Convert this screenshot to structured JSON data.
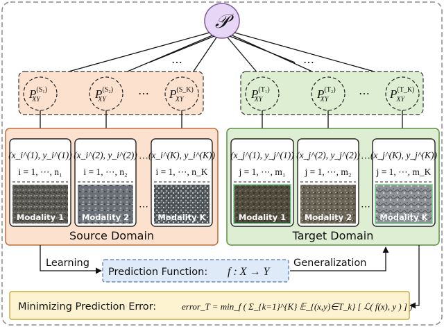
{
  "root_node": {
    "symbol": "𝒫"
  },
  "source": {
    "label": "Source Domain",
    "distributions": [
      {
        "base": "P",
        "sub": "XY",
        "sup": "(S₁)"
      },
      {
        "base": "P",
        "sub": "XY",
        "sup": "(S₂)"
      },
      {
        "base": "P",
        "sub": "XY",
        "sup": "(S_K)"
      }
    ],
    "datasets": [
      {
        "pair": "(x_i^(1), y_i^(1))",
        "index": "i = 1, ⋯, n₁",
        "modality": "Modality 1"
      },
      {
        "pair": "(x_i^(2), y_i^(2))",
        "index": "i = 1, ⋯, n₂",
        "modality": "Modality 2"
      },
      {
        "pair": "(x_i^(K), y_i^(K))",
        "index": "i = 1, ⋯, n_K",
        "modality": "Modality K"
      }
    ]
  },
  "target": {
    "label": "Target Domain",
    "distributions": [
      {
        "base": "P",
        "sub": "XY",
        "sup": "(T₁)"
      },
      {
        "base": "P",
        "sub": "XY",
        "sup": "(T₂)"
      },
      {
        "base": "P",
        "sub": "XY",
        "sup": "(T_K)"
      }
    ],
    "datasets": [
      {
        "pair": "(x_j^(1), y_j^(1))",
        "index": "j = 1, ⋯, m₁",
        "modality": "Modality 1"
      },
      {
        "pair": "(x_j^(2), y_j^(2))",
        "index": "j = 1, ⋯, m₂",
        "modality": "Modality 2"
      },
      {
        "pair": "(x_j^(K), y_j^(K))",
        "index": "j = 1, ⋯, m_K",
        "modality": "Modality K"
      }
    ]
  },
  "ellipsis": "⋯",
  "learning_label": "Learning",
  "generalization_label": "Generalization",
  "prediction": {
    "label": "Prediction Function:",
    "formula": "f : X → Y"
  },
  "objective": {
    "label": "Minimizing Prediction Error:",
    "formula": "error_T = min_f ( Σ_{k=1}^{K} 𝔼_{(x,y)∈T_k} [ ℒ( f(x), y ) ] )"
  },
  "colors": {
    "root_fill": "#e7d6f5",
    "root_stroke": "#7a5c99",
    "source_fill": "#fde1cf",
    "source_stroke": "#c46a3a",
    "target_fill": "#ddeed2",
    "target_stroke": "#5c8f42",
    "prediction_fill": "#dfeaf8",
    "prediction_stroke": "#4a74b0",
    "objective_fill": "#fdf3d0",
    "objective_stroke": "#c8a93a"
  }
}
